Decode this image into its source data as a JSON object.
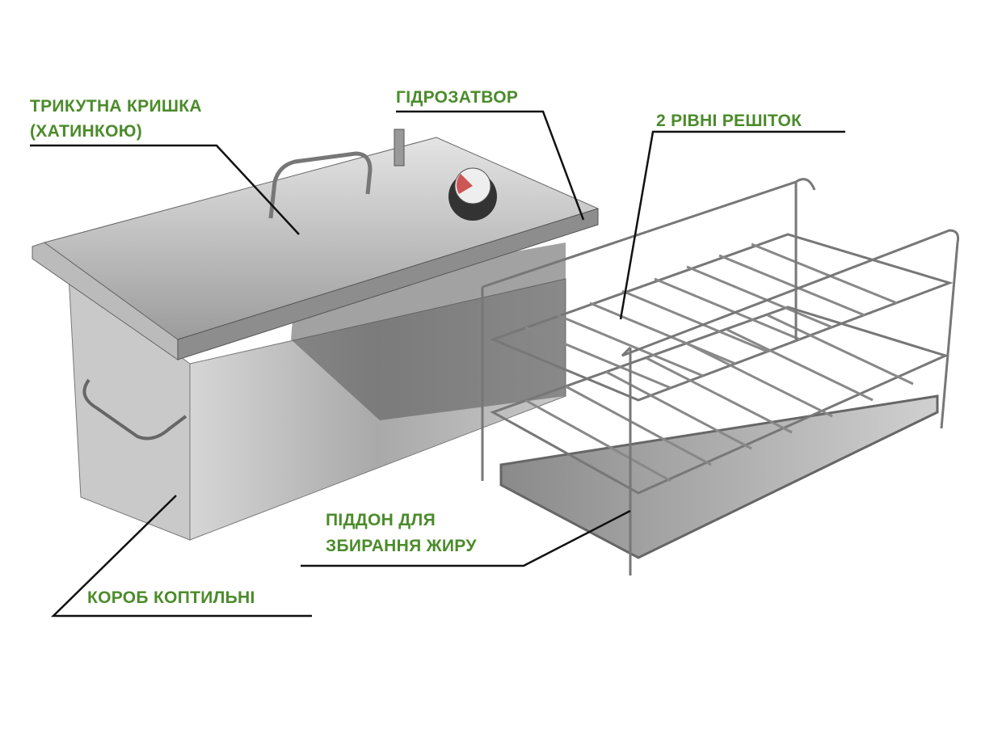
{
  "labels": {
    "lid_line1": "ТРИКУТНА КРИШКА",
    "lid_line2": "(ХАТИНКОЮ)",
    "water_seal": "ГІДРОЗАТВОР",
    "grates": "2 РІВНІ РЕШІТОК",
    "tray_line1": "ПІДДОН ДЛЯ",
    "tray_line2": "ЗБИРАННЯ ЖИРУ",
    "box": "КОРОБ КОПТИЛЬНІ"
  },
  "colors": {
    "label": "#4b8b2b",
    "leader": "#111111",
    "steel": "#b8b8b8"
  }
}
